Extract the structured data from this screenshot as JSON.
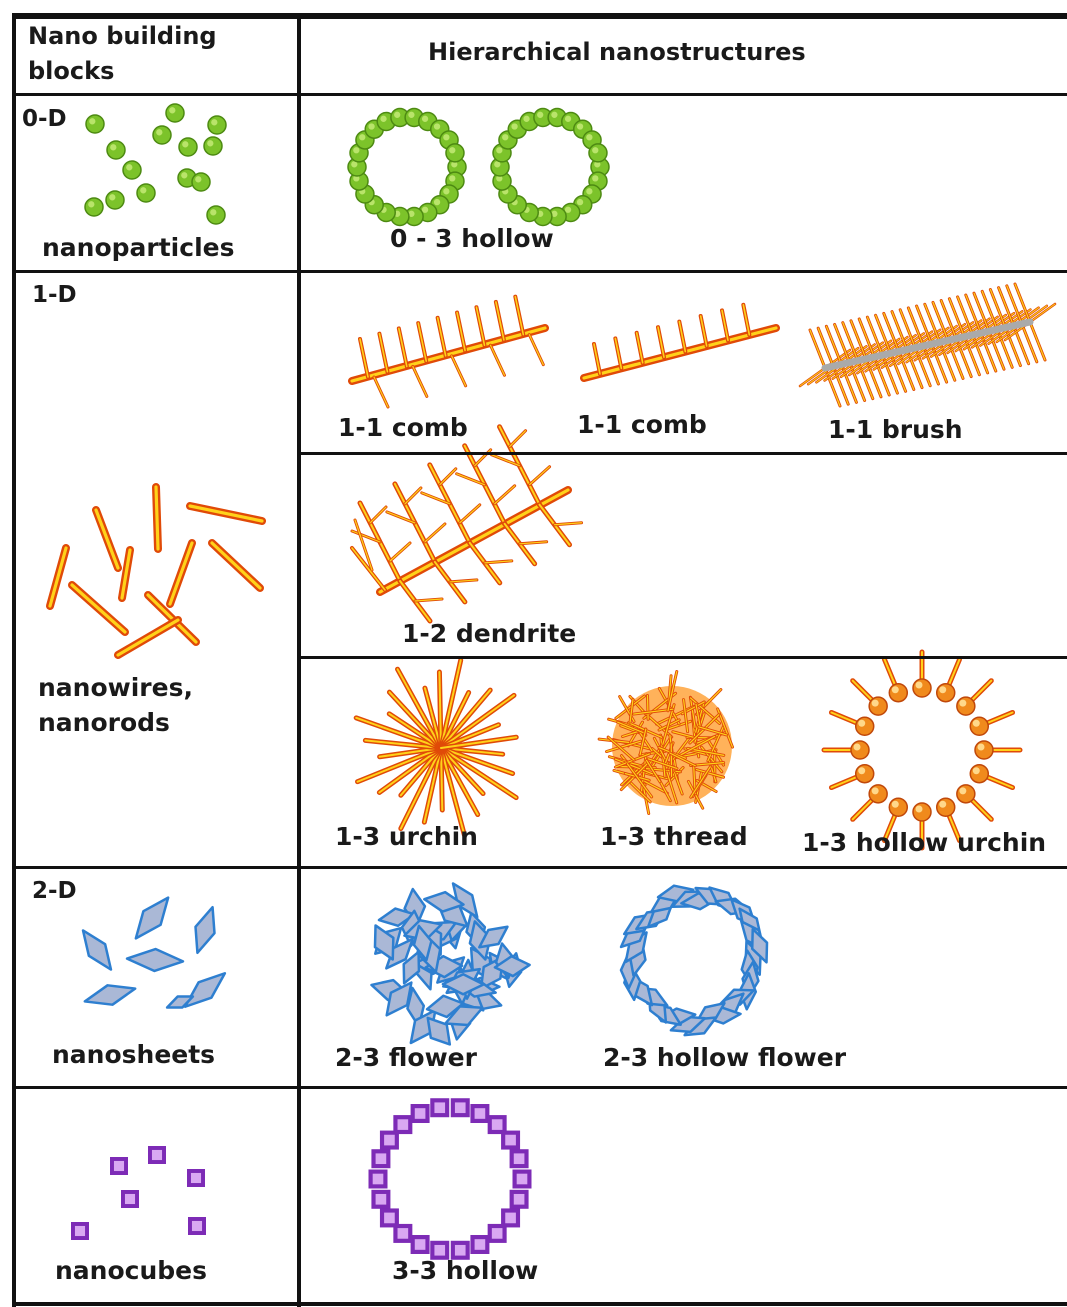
{
  "header": {
    "col1_line1": "Nano building",
    "col1_line2": "blocks",
    "col2": "Hierarchical nanostructures"
  },
  "rows": {
    "zero_d": {
      "dimension": "0-D",
      "block_label": "nanoparticles",
      "structures": [
        "0 - 3 hollow"
      ],
      "colors": {
        "particle": "#7cc32a",
        "particle_dark": "#4d8a12"
      }
    },
    "one_d": {
      "dimension": "1-D",
      "block_label_line1": "nanowires,",
      "block_label_line2": "nanorods",
      "structures_row1": [
        "1-1 comb",
        "1-1 comb",
        "1-1 brush"
      ],
      "structures_row2": [
        "1-2 dendrite"
      ],
      "structures_row3": [
        "1-3 urchin",
        "1-3 thread",
        "1-3 hollow urchin"
      ],
      "colors": {
        "rod_outer": "#e04a08",
        "rod_inner": "#ffd21a",
        "brush_core": "#aaaaaa"
      }
    },
    "two_d": {
      "dimension": "2-D",
      "block_label": "nanosheets",
      "structures": [
        "2-3 flower",
        "2-3 hollow flower"
      ],
      "colors": {
        "sheet_fill": "#aab8d6",
        "sheet_edge": "#2e7fd0"
      }
    },
    "three_d": {
      "block_label": "nanocubes",
      "structures": [
        "3-3 hollow"
      ],
      "colors": {
        "cube_outer": "#7d2bb6",
        "cube_inner": "#d9a8f2"
      }
    }
  }
}
